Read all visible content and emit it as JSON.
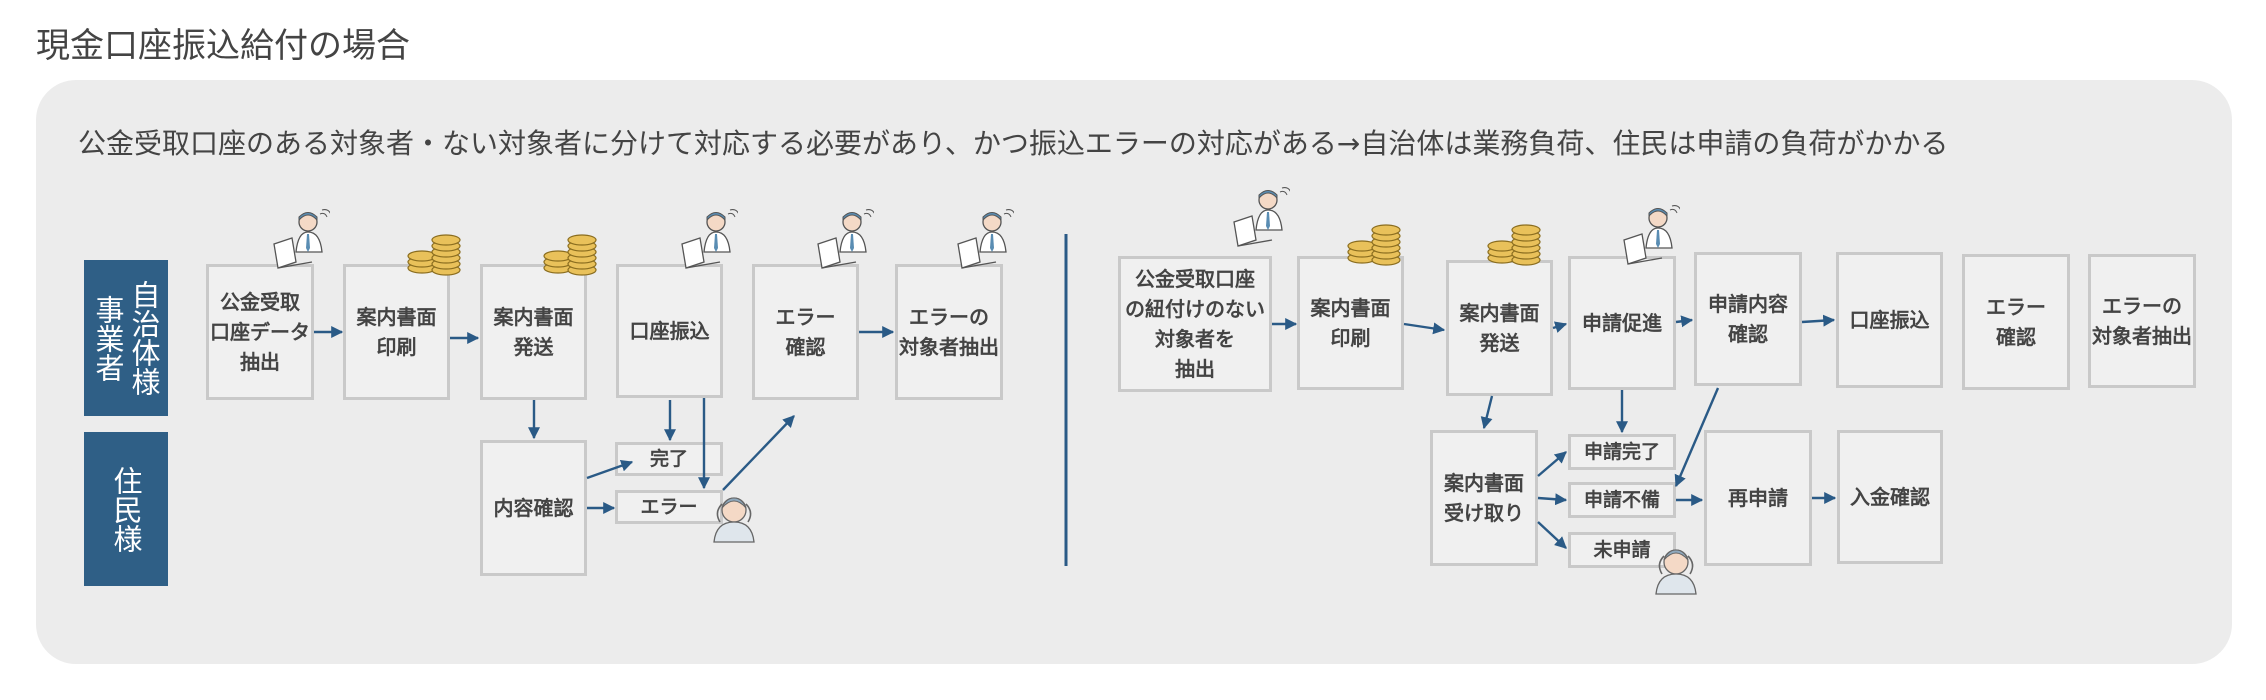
{
  "page_title": "現金口座振込給付の場合",
  "summary": "公金受取口座のある対象者・ない対象者に分けて対応する必要があり、かつ振込エラーの対応がある→自治体は業務負荷、住民は申請の負荷がかかる",
  "labels": {
    "municipality": [
      "事業者",
      "自治体様"
    ],
    "resident": [
      "住民様"
    ]
  },
  "left_flow": {
    "b1": "公金受取\n口座データ\n抽出",
    "b2": "案内書面\n印刷",
    "b3": "案内書面\n発送",
    "b4": "口座振込",
    "b5": "エラー\n確認",
    "b6": "エラーの\n対象者抽出",
    "r1": "内容確認",
    "r2": "完了",
    "r3": "エラー"
  },
  "right_flow": {
    "b1": "公金受取口座\nの紐付けのない\n対象者を\n抽出",
    "b2": "案内書面\n印刷",
    "b3": "案内書面\n発送",
    "b4": "申請促進",
    "b5": "申請内容\n確認",
    "b6": "口座振込",
    "b7": "エラー\n確認",
    "b8": "エラーの\n対象者抽出",
    "r1": "案内書面\n受け取り",
    "r2": "申請完了",
    "r3": "申請不備",
    "r4": "未申請",
    "r5": "再申請",
    "r6": "入金確認"
  },
  "icons": [
    "person-laptop-icon",
    "coin-stack-icon",
    "worried-person-icon"
  ],
  "colors": {
    "label_bg": "#2f5f86",
    "arrow": "#2a5a86",
    "panel": "#ececec",
    "box_border": "#c9c9c9"
  }
}
